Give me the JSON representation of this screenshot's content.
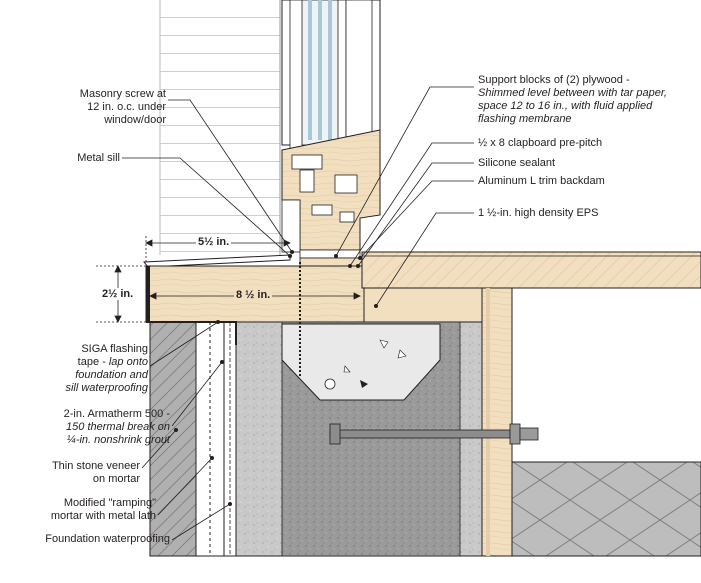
{
  "labels": {
    "masonry_screw": [
      "Masonry screw at",
      "12 in. o.c. under",
      "window/door"
    ],
    "metal_sill": "Metal sill",
    "siga": [
      "SIGA flashing",
      "tape - ",
      "lap onto",
      "foundation and",
      "sill waterproofing"
    ],
    "armatherm": [
      "2-in. Armatherm 500 -",
      "150 thermal break on",
      "¼-in. nonshrink grout"
    ],
    "veneer": [
      "Thin stone veneer",
      "on mortar"
    ],
    "ramping": [
      "Modified \"ramping\"",
      "mortar with metal lath"
    ],
    "foundation_wp": "Foundation waterproofing",
    "support_blocks": [
      "Support blocks of (2) plywood -",
      "Shimmed level between with tar paper,",
      "space 12 to 16 in., with fluid applied",
      "flashing membrane"
    ],
    "clapboard": "½ x 8 clapboard pre-pitch",
    "silicone": "Silicone sealant",
    "aluminum_trim": "Aluminum L trim backdam",
    "eps": "1 ½-in. high density EPS"
  },
  "dimensions": {
    "sill_overhang": "5½ in.",
    "sill_height": "2½ in.",
    "sill_width": "8 ½ in."
  },
  "colors": {
    "wood": "#f1dfbf",
    "wood_dark": "#d9b98c",
    "concrete_light": "#e6e6e6",
    "concrete_dark": "#8c8c8c",
    "stone": "#b8b8b8",
    "insulation": "#c8c8c8",
    "line": "#231f20"
  }
}
